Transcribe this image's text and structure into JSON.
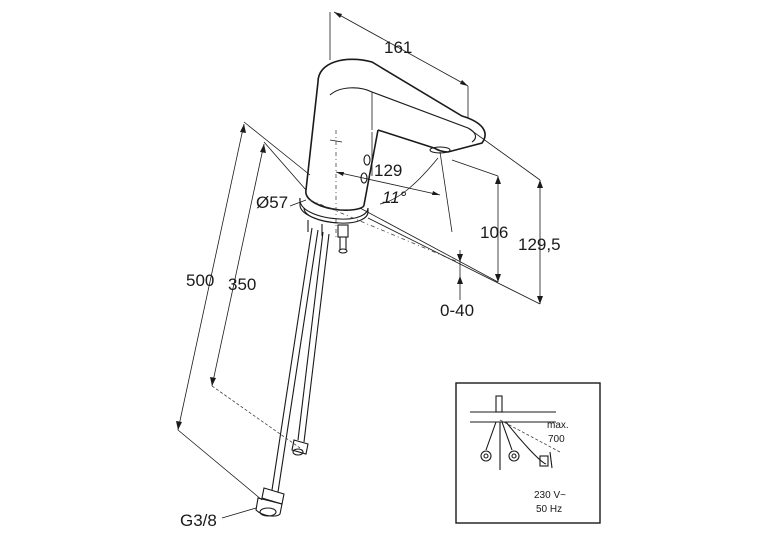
{
  "dimensions": {
    "spout_length": "161",
    "reach": "129",
    "angle": "11°",
    "base_diameter": "Ø57",
    "height_spout": "106",
    "height_total": "129,5",
    "adjust_range": "0-40",
    "hose_length_total": "500",
    "hose_length_inner": "350",
    "connection": "G3/8"
  },
  "inset": {
    "max_label": "max.",
    "max_value": "700",
    "voltage": "230 V~",
    "frequency": "50 Hz"
  }
}
